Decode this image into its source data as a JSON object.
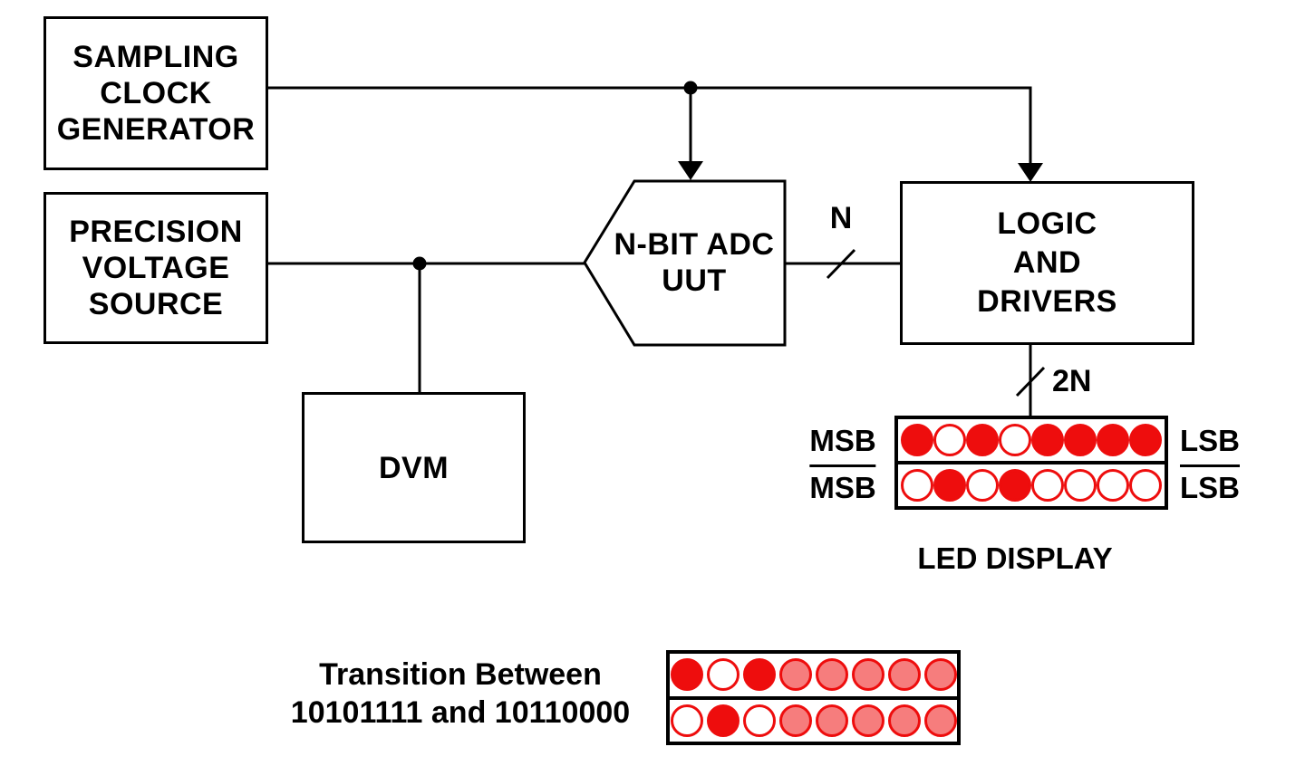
{
  "colors": {
    "ink": "#000000",
    "led_red": "#ee0d0d",
    "led_dim": "#f67d7d"
  },
  "blocks": {
    "sampling_clock": {
      "lines": [
        "SAMPLING",
        "CLOCK",
        "GENERATOR"
      ]
    },
    "precision_voltage": {
      "lines": [
        "PRECISION",
        "VOLTAGE",
        "SOURCE"
      ]
    },
    "dvm": {
      "label": "DVM"
    },
    "adc": {
      "lines": [
        "N-BIT ADC",
        "UUT"
      ]
    },
    "logic": {
      "lines": [
        "LOGIC",
        "AND",
        "DRIVERS"
      ]
    }
  },
  "bus_labels": {
    "adc_to_logic": "N",
    "logic_to_display": "2N"
  },
  "led_display": {
    "caption": "LED DISPLAY",
    "labels": {
      "msb": "MSB",
      "msb_bar": "MSB",
      "lsb": "LSB",
      "lsb_bar": "LSB"
    },
    "rows": [
      [
        "on",
        "off",
        "on",
        "off",
        "on",
        "on",
        "on",
        "on"
      ],
      [
        "off",
        "on",
        "off",
        "on",
        "off",
        "off",
        "off",
        "off"
      ]
    ]
  },
  "transition_display": {
    "caption_lines": [
      "Transition Between",
      "10101111 and 10110000"
    ],
    "rows": [
      [
        "on",
        "off",
        "on",
        "dim",
        "dim",
        "dim",
        "dim",
        "dim"
      ],
      [
        "off",
        "on",
        "off",
        "dim",
        "dim",
        "dim",
        "dim",
        "dim"
      ]
    ]
  }
}
